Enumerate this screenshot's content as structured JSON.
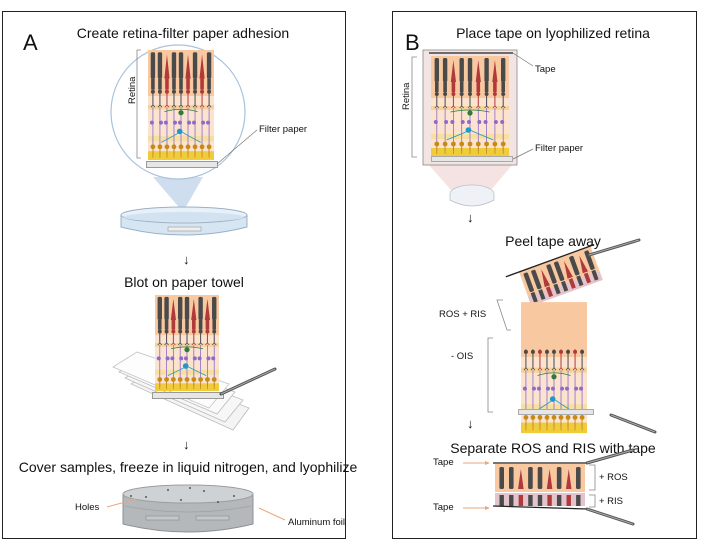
{
  "panel_a": {
    "letter": "A",
    "steps": [
      {
        "title": "Create retina-filter paper adhesion",
        "labels": {
          "retina": "Retina",
          "filter_paper": "Filter paper"
        }
      },
      {
        "title": "Blot on paper towel"
      },
      {
        "title": "Cover samples, freeze in liquid nitrogen, and lyophilize",
        "labels": {
          "holes": "Holes",
          "aluminum_foil": "Aluminum foil"
        }
      }
    ]
  },
  "panel_b": {
    "letter": "B",
    "steps": [
      {
        "title": "Place tape on lyophilized retina",
        "labels": {
          "retina": "Retina",
          "tape": "Tape",
          "filter_paper": "Filter paper"
        }
      },
      {
        "title": "Peel tape away",
        "labels": {
          "ros_ris": "ROS + RIS",
          "ois": "- OIS"
        }
      },
      {
        "title": "Separate ROS and RIS with tape",
        "labels": {
          "tape_top": "Tape",
          "tape_bottom": "Tape",
          "plus_ros": "+ ROS",
          "plus_ris": "+ RIS"
        }
      }
    ]
  },
  "colors": {
    "rod": "#4a4a4a",
    "cone": "#b03a3a",
    "photoreceptor_bg": "#f8c9a0",
    "inner_bg": "#fbe3cf",
    "bipolar": "#8b6cc9",
    "horizontal": "#2f7a3a",
    "amacrine": "#1e98c8",
    "ganglion": "#c88a14",
    "gcl_band": "#f0cc3a",
    "filter_paper": "#e6e6e6",
    "dish": "#cfe0ef",
    "arrow_orange": "#e9a77c",
    "foil": "#b9bcbf"
  }
}
